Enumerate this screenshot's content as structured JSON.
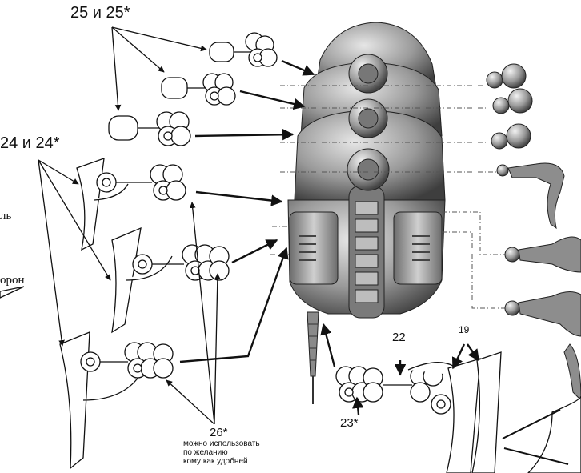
{
  "labels": {
    "part_25": "25 и 25*",
    "part_24": "24 и 24*",
    "part_22": "22",
    "part_19": "19",
    "part_23": "23*",
    "part_26": "26*",
    "cut_left_1": "ль",
    "cut_left_2": "орон",
    "note_line1": "можно использовать",
    "note_line2": "по желанию",
    "note_line3": "кому как удобней"
  },
  "colors": {
    "body": "#8e8e8e",
    "body_dark": "#5a5a5a",
    "body_light": "#c8c8c8",
    "line": "#111111"
  }
}
